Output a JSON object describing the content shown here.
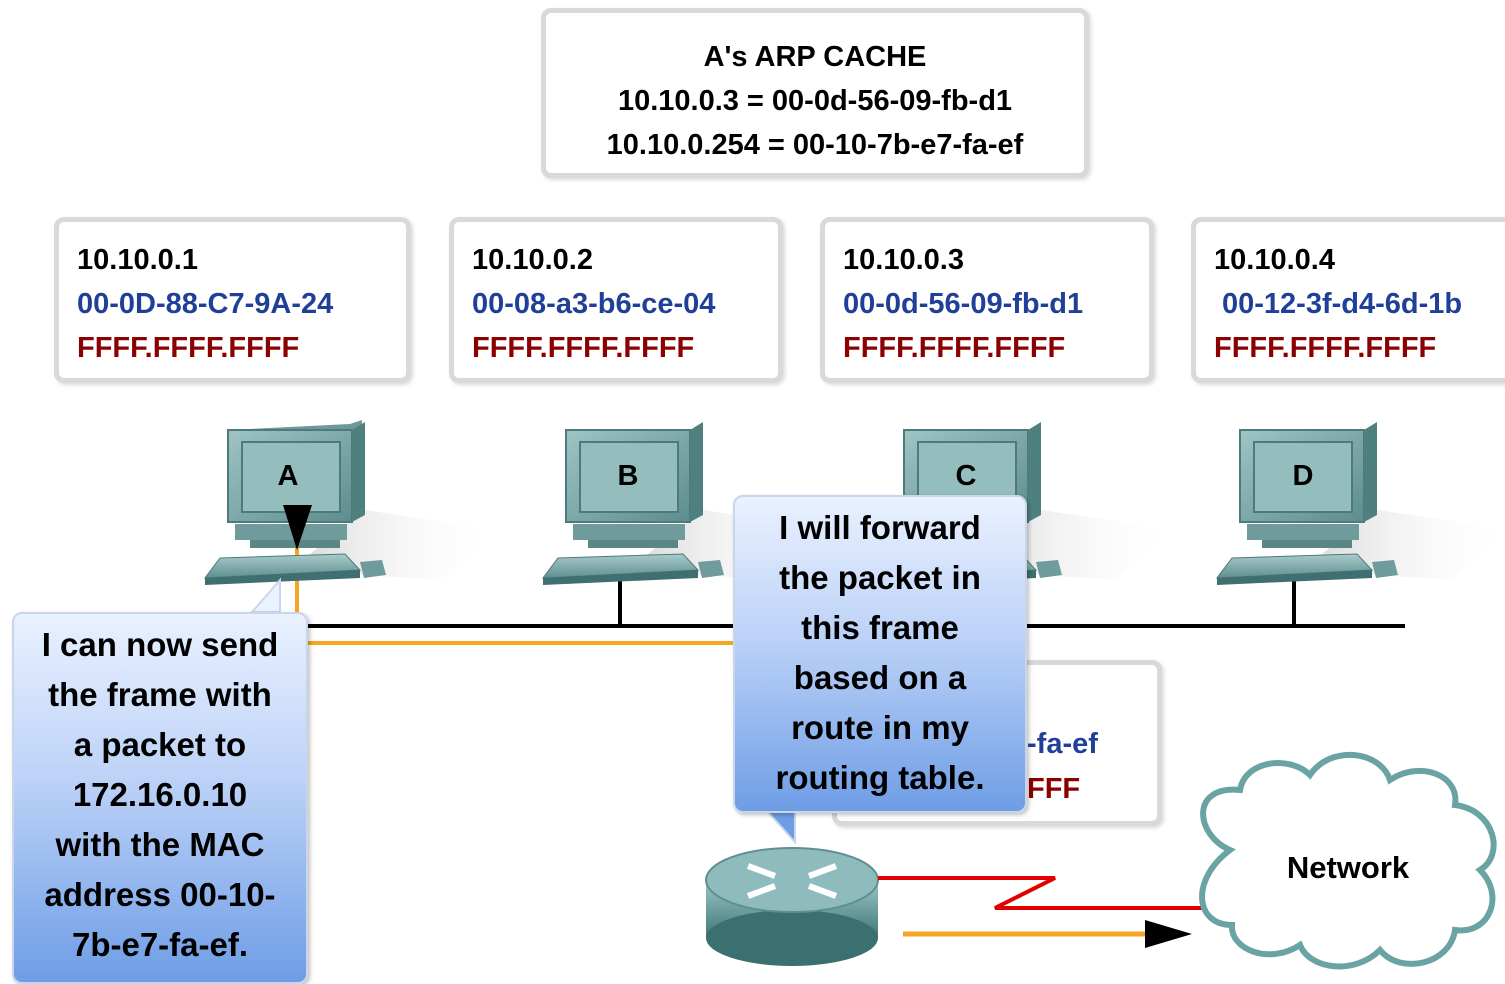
{
  "arp_cache": {
    "title": "A's ARP CACHE",
    "entries": [
      "10.10.0.3 = 00-0d-56-09-fb-d1",
      "10.10.0.254 = 00-10-7b-e7-fa-ef"
    ]
  },
  "hosts": [
    {
      "ip": "10.10.0.1",
      "mac": "00-0D-88-C7-9A-24",
      "broadcast": "FFFF.FFFF.FFFF",
      "label": "A"
    },
    {
      "ip": "10.10.0.2",
      "mac": "00-08-a3-b6-ce-04",
      "broadcast": "FFFF.FFFF.FFFF",
      "label": "B"
    },
    {
      "ip": "10.10.0.3",
      "mac": "00-0d-56-09-fb-d1",
      "broadcast": "FFFF.FFFF.FFFF",
      "label": "C"
    },
    {
      "ip": "10.10.0.4",
      "mac": "00-12-3f-d4-6d-1b",
      "broadcast": "FFFF.FFFF.FFFF",
      "label": "D"
    }
  ],
  "router_card": {
    "mac_fragment": "-fa-ef",
    "broadcast_fragment": "FFF"
  },
  "bubble_a": {
    "lines": [
      "I can now send",
      "the frame with",
      "a packet to",
      "172.16.0.10",
      "with the MAC",
      "address 00-10-",
      "7b-e7-fa-ef."
    ]
  },
  "bubble_router": {
    "lines": [
      "I will forward",
      "the packet in",
      "this frame",
      "based on a",
      "route in my",
      "routing table."
    ]
  },
  "network": {
    "label": "Network"
  },
  "colors": {
    "mac": "#1f3f99",
    "broadcast": "#8b0000",
    "frame_path": "#f5a623",
    "wan_link": "#e00000"
  }
}
